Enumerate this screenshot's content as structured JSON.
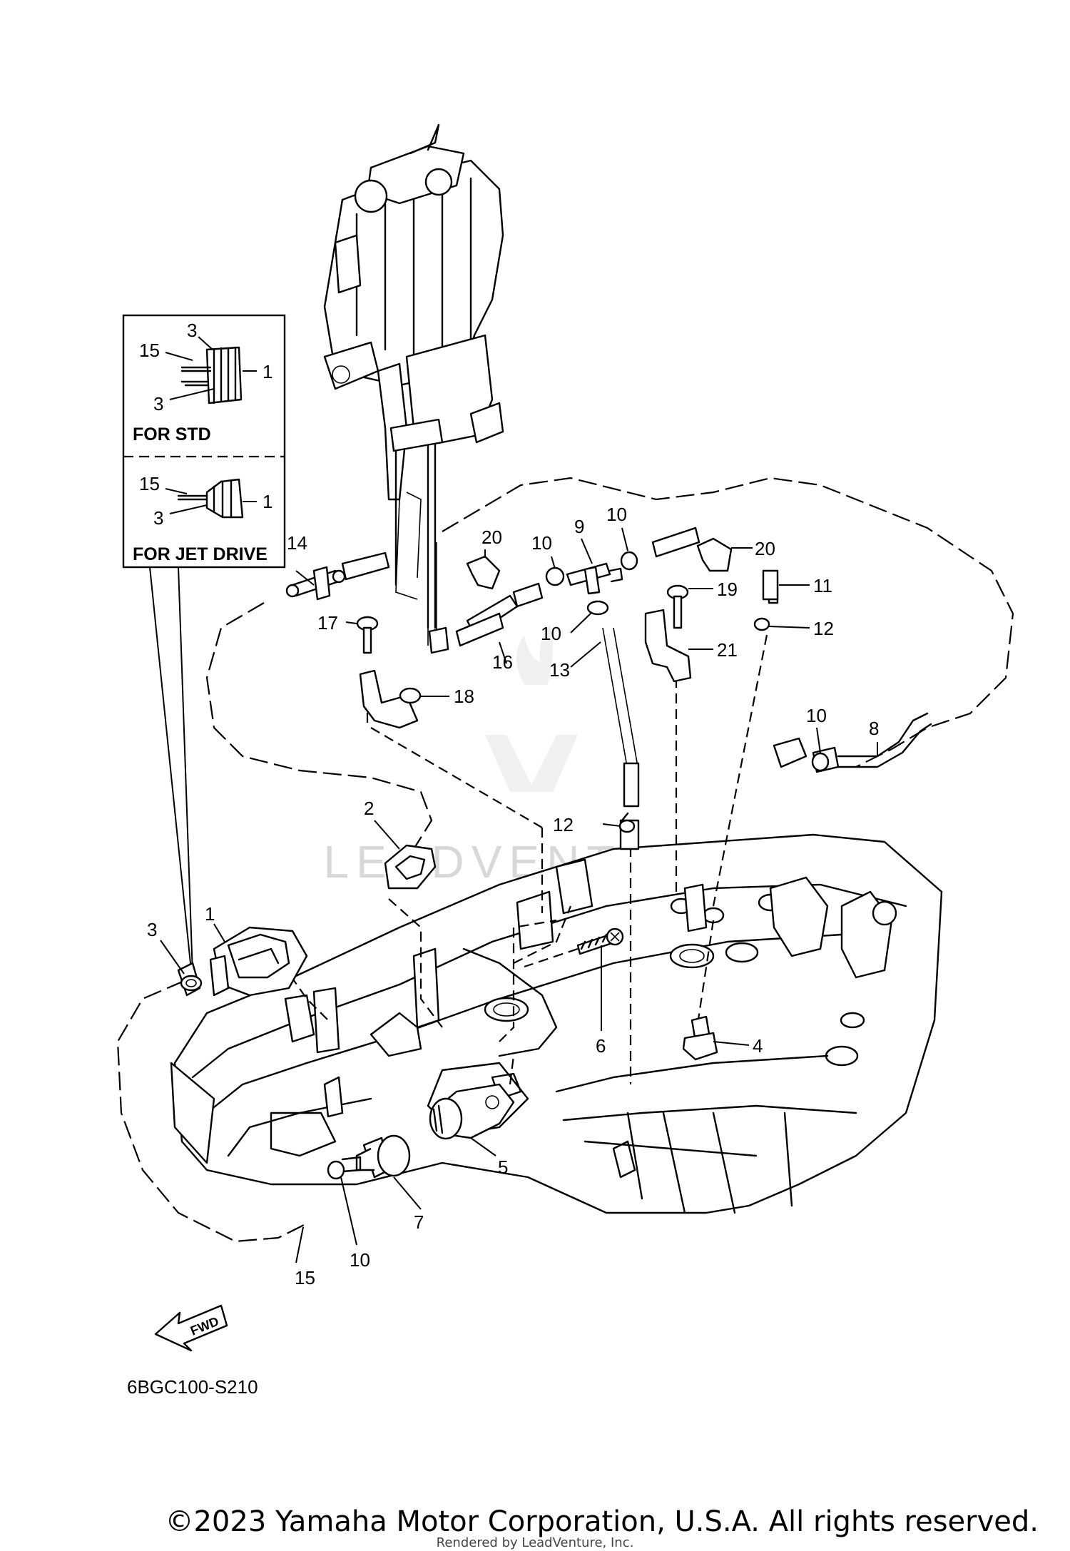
{
  "diagram_code": "6BGC100-S210",
  "fwd_label": "FWD",
  "watermark": "LEADVENTURE",
  "copyright": "©2023 Yamaha Motor Corporation, U.S.A. All rights reserved.",
  "rendered_by": "Rendered by LeadVenture, Inc.",
  "inset": {
    "std_title": "FOR STD",
    "jet_title": "FOR JET DRIVE",
    "std_labels": [
      "3",
      "15",
      "1",
      "3"
    ],
    "jet_labels": [
      "15",
      "1",
      "3"
    ]
  },
  "callouts": {
    "p1": "1",
    "p2": "2",
    "p3": "3",
    "p4": "4",
    "p5": "5",
    "p6": "6",
    "p7": "7",
    "p8": "8",
    "p9": "9",
    "p10a": "10",
    "p10b": "10",
    "p10c": "10",
    "p10d": "10",
    "p10e": "10",
    "p11": "11",
    "p12a": "12",
    "p12b": "12",
    "p13": "13",
    "p14": "14",
    "p15": "15",
    "p16": "16",
    "p17": "17",
    "p18": "18",
    "p19": "19",
    "p20a": "20",
    "p20b": "20",
    "p21": "21"
  }
}
